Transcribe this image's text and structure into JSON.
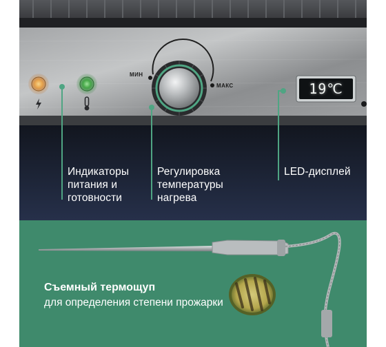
{
  "callouts": {
    "indicators": [
      "Индикаторы",
      "питания и",
      "готовности"
    ],
    "regulator": [
      "Регулировка",
      "температуры",
      "нагрева"
    ],
    "display": [
      "LED-дисплей"
    ]
  },
  "knob": {
    "min_label": "МИН",
    "max_label": "МАКС"
  },
  "led_display": {
    "reading": "19℃"
  },
  "probe": {
    "title": "Съемный термощуп",
    "subtitle": "для определения степени прожарки"
  },
  "colors": {
    "green_band": "#3f8a6c",
    "navy_band": "#1d2434",
    "callout_line": "#4fa583",
    "panel_steel": "#8e9092"
  },
  "icons": {
    "power_indicator": "lightning-icon",
    "ready_indicator": "thermometer-icon"
  }
}
